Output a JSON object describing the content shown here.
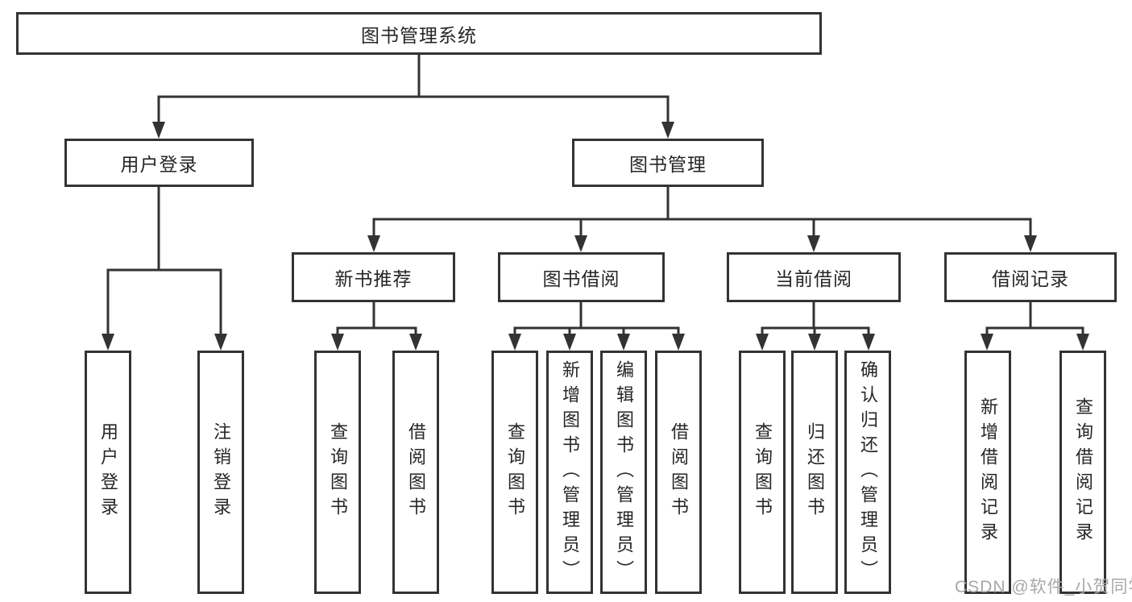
{
  "diagram": {
    "root": {
      "label": "图书管理系统"
    },
    "user_branch": {
      "label": "用户登录",
      "children": [
        {
          "label": "用户登录"
        },
        {
          "label": "注销登录"
        }
      ]
    },
    "mgmt_branch": {
      "label": "图书管理",
      "groups": [
        {
          "label": "新书推荐",
          "children": [
            {
              "label": "查询图书"
            },
            {
              "label": "借阅图书"
            }
          ]
        },
        {
          "label": "图书借阅",
          "children": [
            {
              "label": "查询图书"
            },
            {
              "label": "新增图书（管理员）"
            },
            {
              "label": "编辑图书（管理员）"
            },
            {
              "label": "借阅图书"
            }
          ]
        },
        {
          "label": "当前借阅",
          "children": [
            {
              "label": "查询图书"
            },
            {
              "label": "归还图书"
            },
            {
              "label": "确认归还（管理员）"
            }
          ]
        },
        {
          "label": "借阅记录",
          "children": [
            {
              "label": "新增借阅记录"
            },
            {
              "label": "查询借阅记录"
            }
          ]
        }
      ]
    }
  },
  "watermark": {
    "text": "CSDN @软件_小贺同学"
  },
  "colors": {
    "line": "#333333",
    "box_border": "#333333",
    "text": "#262626",
    "background": "#ffffff",
    "watermark": "#a8a8a8"
  }
}
